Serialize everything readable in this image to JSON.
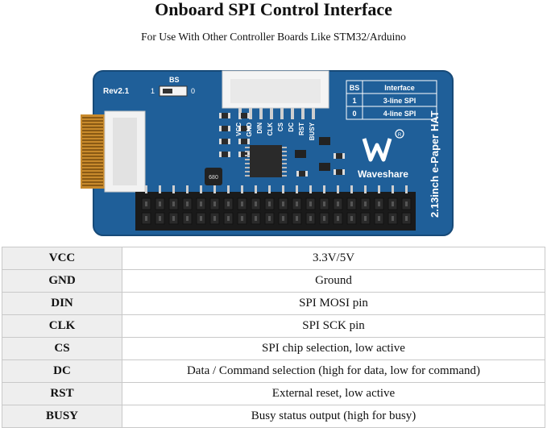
{
  "title": "Onboard SPI Control Interface",
  "subtitle": "For Use With Other Controller Boards Like STM32/Arduino",
  "board": {
    "rev": "Rev2.1",
    "bs_label": "BS",
    "bs_one": "1",
    "bs_zero": "0",
    "model": "2.13inch e-Paper HAT",
    "brand": "Waveshare",
    "inductor": "680",
    "header_labels": [
      "VCC",
      "GND",
      "DIN",
      "CLK",
      "CS",
      "DC",
      "RST",
      "BUSY"
    ],
    "bs_table": {
      "headers": [
        "BS",
        "Interface"
      ],
      "rows": [
        [
          "1",
          "3-line SPI"
        ],
        [
          "0",
          "4-line SPI"
        ]
      ]
    }
  },
  "pins": [
    {
      "name": "VCC",
      "desc": "3.3V/5V"
    },
    {
      "name": "GND",
      "desc": "Ground"
    },
    {
      "name": "DIN",
      "desc": "SPI MOSI pin"
    },
    {
      "name": "CLK",
      "desc": "SPI SCK pin"
    },
    {
      "name": "CS",
      "desc": "SPI chip selection, low active"
    },
    {
      "name": "DC",
      "desc": "Data / Command selection (high for data, low for command)"
    },
    {
      "name": "RST",
      "desc": "External reset, low active"
    },
    {
      "name": "BUSY",
      "desc": "Busy status output (high for busy)"
    }
  ]
}
